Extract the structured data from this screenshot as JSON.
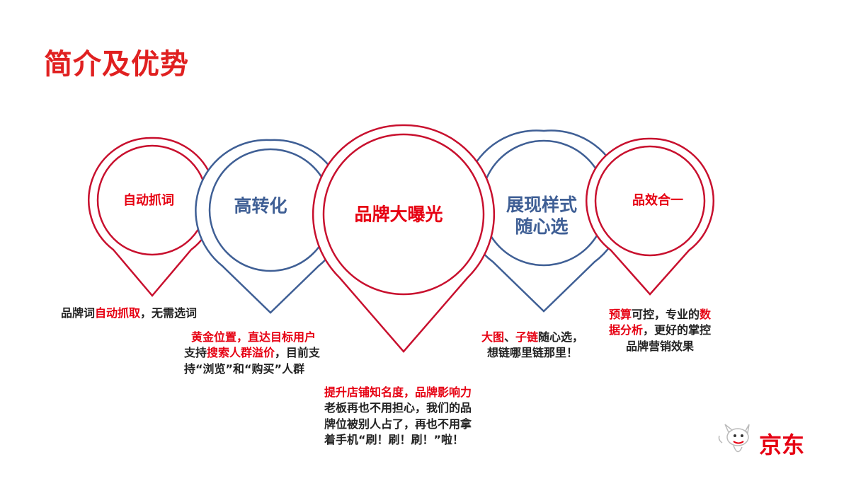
{
  "title": "简介及优势",
  "colors": {
    "red": "#c8102e",
    "blue": "#3f5f95",
    "accent": "#e60012"
  },
  "pins": [
    {
      "label": "自动抓词",
      "color": "red"
    },
    {
      "label": "高转化",
      "color": "blue"
    },
    {
      "label": "品牌大曝光",
      "color": "red"
    },
    {
      "label_line1": "展现样式",
      "label_line2": "随心选",
      "color": "blue"
    },
    {
      "label": "品效合一",
      "color": "red"
    }
  ],
  "desc1": {
    "a": "品牌词",
    "b": "自动抓取",
    "c": "，无需选词"
  },
  "desc2": {
    "line1": "黄金位置，直达目标用户",
    "line2a": "支持",
    "line2b": "搜索人群溢价",
    "line2c": "，目前支",
    "line3": "持“浏览”和“购买”人群"
  },
  "desc3": {
    "line1": "提升店铺知名度，品牌影响力",
    "line2": "老板再也不用担心，我们的品",
    "line3": "牌位被别人占了，再也不用拿",
    "line4": "着手机“刷！刷！刷！”啦！"
  },
  "desc4": {
    "line1a": "大图",
    "line1b": "、",
    "line1c": "子链",
    "line1d": "随心选，",
    "line2": "想链哪里链那里！"
  },
  "desc5": {
    "line1a": "预算",
    "line1b": "可控，专业的",
    "line1c": "数",
    "line2a": "据分析",
    "line2b": "，更好的掌控",
    "line3": "品牌营销效果"
  },
  "logo": {
    "text": "京东",
    "icon": "jd-dog-mascot-icon"
  }
}
